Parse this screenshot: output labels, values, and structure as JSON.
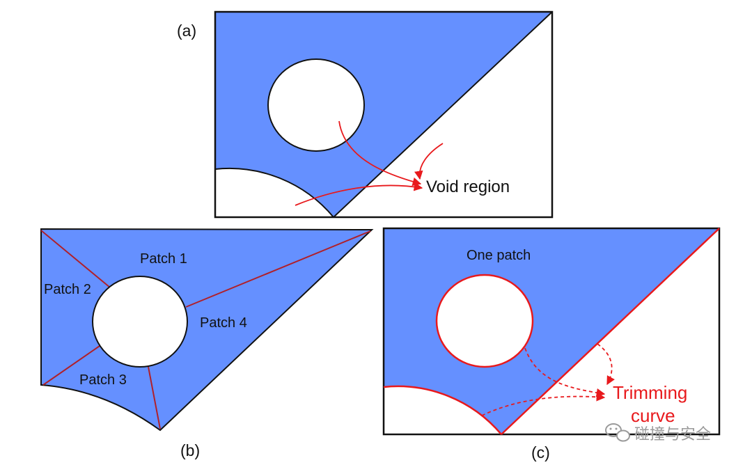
{
  "colors": {
    "fill": "#6590ff",
    "outline": "#111111",
    "accent": "#e8191c",
    "watermark": "#9a9a9a"
  },
  "panel_a": {
    "label": "(a)",
    "annotation": "Void region"
  },
  "panel_b": {
    "label": "(b)",
    "patches": [
      "Patch 1",
      "Patch 2",
      "Patch 3",
      "Patch 4"
    ]
  },
  "panel_c": {
    "label": "(c)",
    "patch_label": "One patch",
    "annotation_line1": "Trimming",
    "annotation_line2": "curve"
  },
  "watermark": {
    "icon": "wechat-icon",
    "text": "碰撞与安全"
  }
}
